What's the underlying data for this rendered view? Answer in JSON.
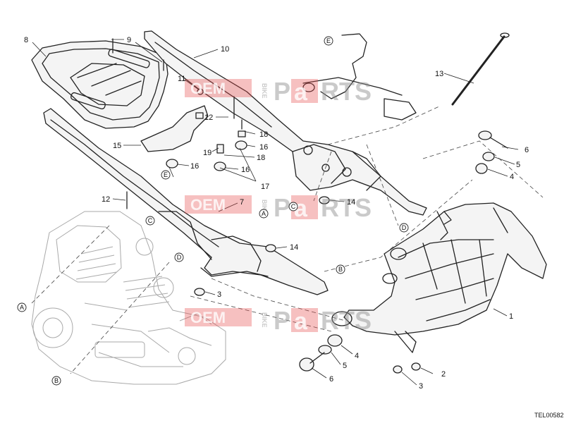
{
  "callouts": {
    "n1": "1",
    "n2": "2",
    "n3a": "3",
    "n3b": "3",
    "n4a": "4",
    "n4b": "4",
    "n5a": "5",
    "n5b": "5",
    "n6a": "6",
    "n6b": "6",
    "n7": "7",
    "n8": "8",
    "n9": "9",
    "n10": "10",
    "n11": "11",
    "n12a": "12",
    "n12b": "12",
    "n13": "13",
    "n14a": "14",
    "n14b": "14",
    "n15": "15",
    "n16a": "16",
    "n16b": "16",
    "n16c": "16",
    "n17": "17",
    "n18a": "18",
    "n18b": "18",
    "n19": "19"
  },
  "references": {
    "A1": "A",
    "A2": "A",
    "B1": "B",
    "B2": "B",
    "C1": "C",
    "C2": "C",
    "D1": "D",
    "D2": "D",
    "E1": "E",
    "E2": "E"
  },
  "watermark": {
    "oem": "OEM",
    "bike": "BIKE",
    "p": "P",
    "a": "a",
    "rts": "RTS"
  },
  "drawing_code": "TEL00582",
  "colors": {
    "watermark_red": "#e64b4b",
    "line": "#222222",
    "engine_line": "#a9a9a9"
  }
}
